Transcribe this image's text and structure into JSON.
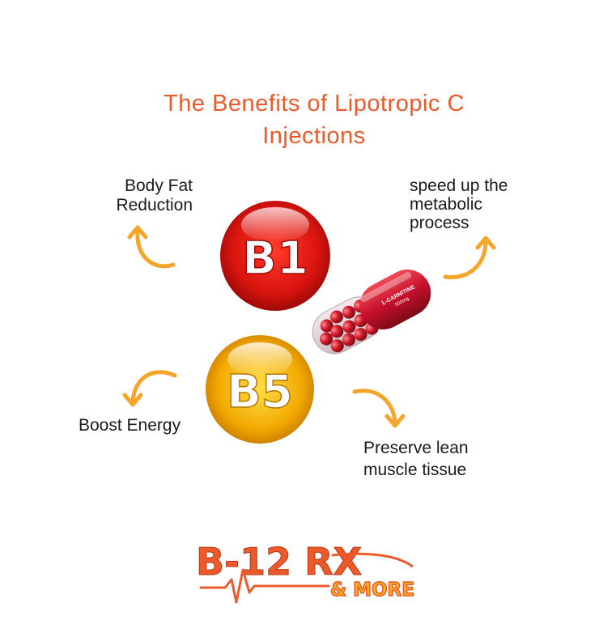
{
  "title": {
    "line1": "The Benefits of Lipotropic C",
    "line2": "Injections"
  },
  "benefits": {
    "fat_reduction": {
      "line1": "Body Fat",
      "line2": "Reduction"
    },
    "speed_metabolism": {
      "line1": "speed up the",
      "line2": "metabolic",
      "line3": "process"
    },
    "boost_energy": {
      "line1": "Boost Energy"
    },
    "preserve_muscle": {
      "line1": "Preserve lean",
      "line2": "muscle tissue"
    }
  },
  "vitamins": {
    "b1_label": "B1",
    "b5_label": "B5"
  },
  "capsule": {
    "label_line1": "L-CARNITINE",
    "label_line2": "500mg"
  },
  "logo": {
    "main": "B-12 RX",
    "sub": "& MORE"
  },
  "colors": {
    "title": "#ec5a2b",
    "arrow": "#f4a52a",
    "b1_red": "#d9140f",
    "b5_gold": "#f2a900",
    "logo_orange": "#ec5a2b",
    "logo_yellow": "#f6b21d"
  },
  "icons": [
    "curved-arrow-icon",
    "b1-vitamin-icon",
    "b5-vitamin-icon",
    "capsule-icon",
    "heartbeat-line-icon"
  ]
}
